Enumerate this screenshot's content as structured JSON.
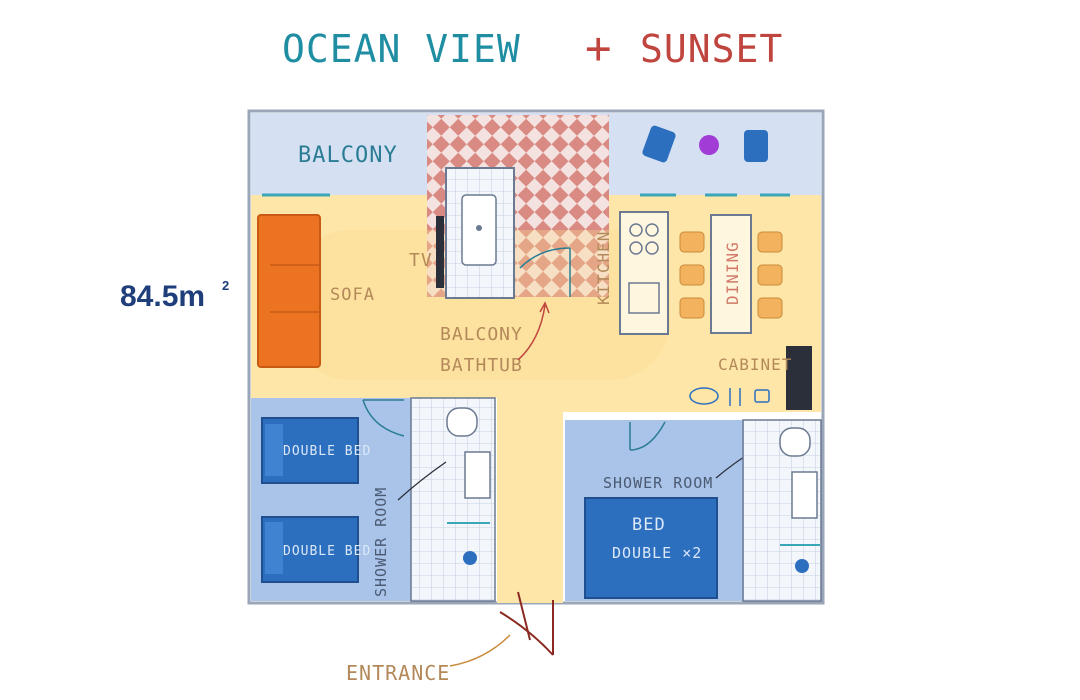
{
  "title": {
    "part1": "OCEAN VIEW",
    "plus": "+",
    "part2": "SUNSET"
  },
  "area": {
    "value": "84.5m",
    "unit_sup": "2"
  },
  "rooms": {
    "balcony": "BALCONY",
    "sofa": "SOFA",
    "tv": "TV",
    "balcony_bathtub_line1": "BALCONY",
    "balcony_bathtub_line2": "BATHTUB",
    "kitchen": "KITCHEN",
    "dining": "DINING",
    "cabinet": "CABINET",
    "double_bed_1": "DOUBLE BED",
    "double_bed_2": "DOUBLE BED",
    "shower_room_left": "SHOWER ROOM",
    "shower_room_right": "SHOWER ROOM",
    "bed_line1": "BED",
    "bed_line2": "DOUBLE ×2",
    "entrance": "ENTRANCE"
  },
  "colors": {
    "title_blue": "#1f8ea3",
    "title_red": "#c0453f",
    "area_navy": "#1f3e7a",
    "label_tan": "#b4895a",
    "balcony_bg": "#d5e1f2",
    "living_bg": "#fde6a8",
    "room_blue": "#a9c4e8",
    "bed_blue": "#2d6fbf",
    "sofa_orange": "#ec7322"
  }
}
